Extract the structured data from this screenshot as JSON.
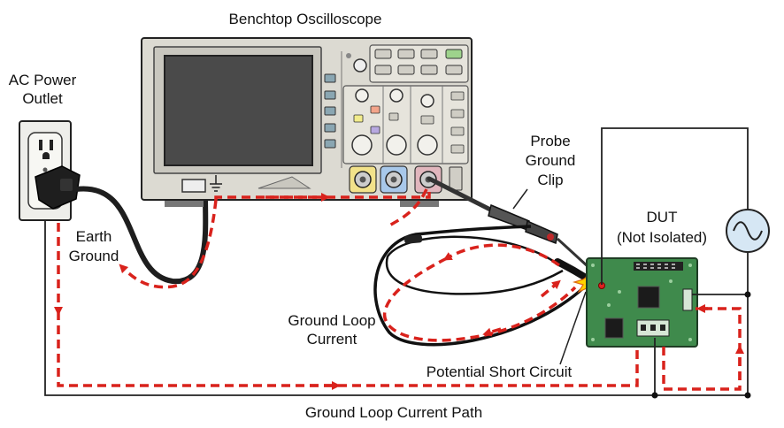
{
  "labels": {
    "oscilloscope": "Benchtop Oscilloscope",
    "outlet_line1": "AC Power",
    "outlet_line2": "Outlet",
    "earth_line1": "Earth",
    "earth_line2": "Ground",
    "probe_line1": "Probe",
    "probe_line2": "Ground",
    "probe_line3": "Clip",
    "dut_line1": "DUT",
    "dut_line2": "(Not Isolated)",
    "loop_line1": "Ground Loop",
    "loop_line2": "Current",
    "short": "Potential Short Circuit",
    "path": "Ground Loop Current Path"
  },
  "colors": {
    "current_path": "#d9221c",
    "scope_body": "#dcdad2",
    "screen": "#4a4a4a",
    "pcb": "#3f8a4c",
    "wire": "#222222",
    "outlet": "#eeeeea"
  },
  "icons": {
    "ground": "ground-symbol-icon",
    "ac_source": "sine-wave-icon",
    "spark": "spark-icon"
  }
}
